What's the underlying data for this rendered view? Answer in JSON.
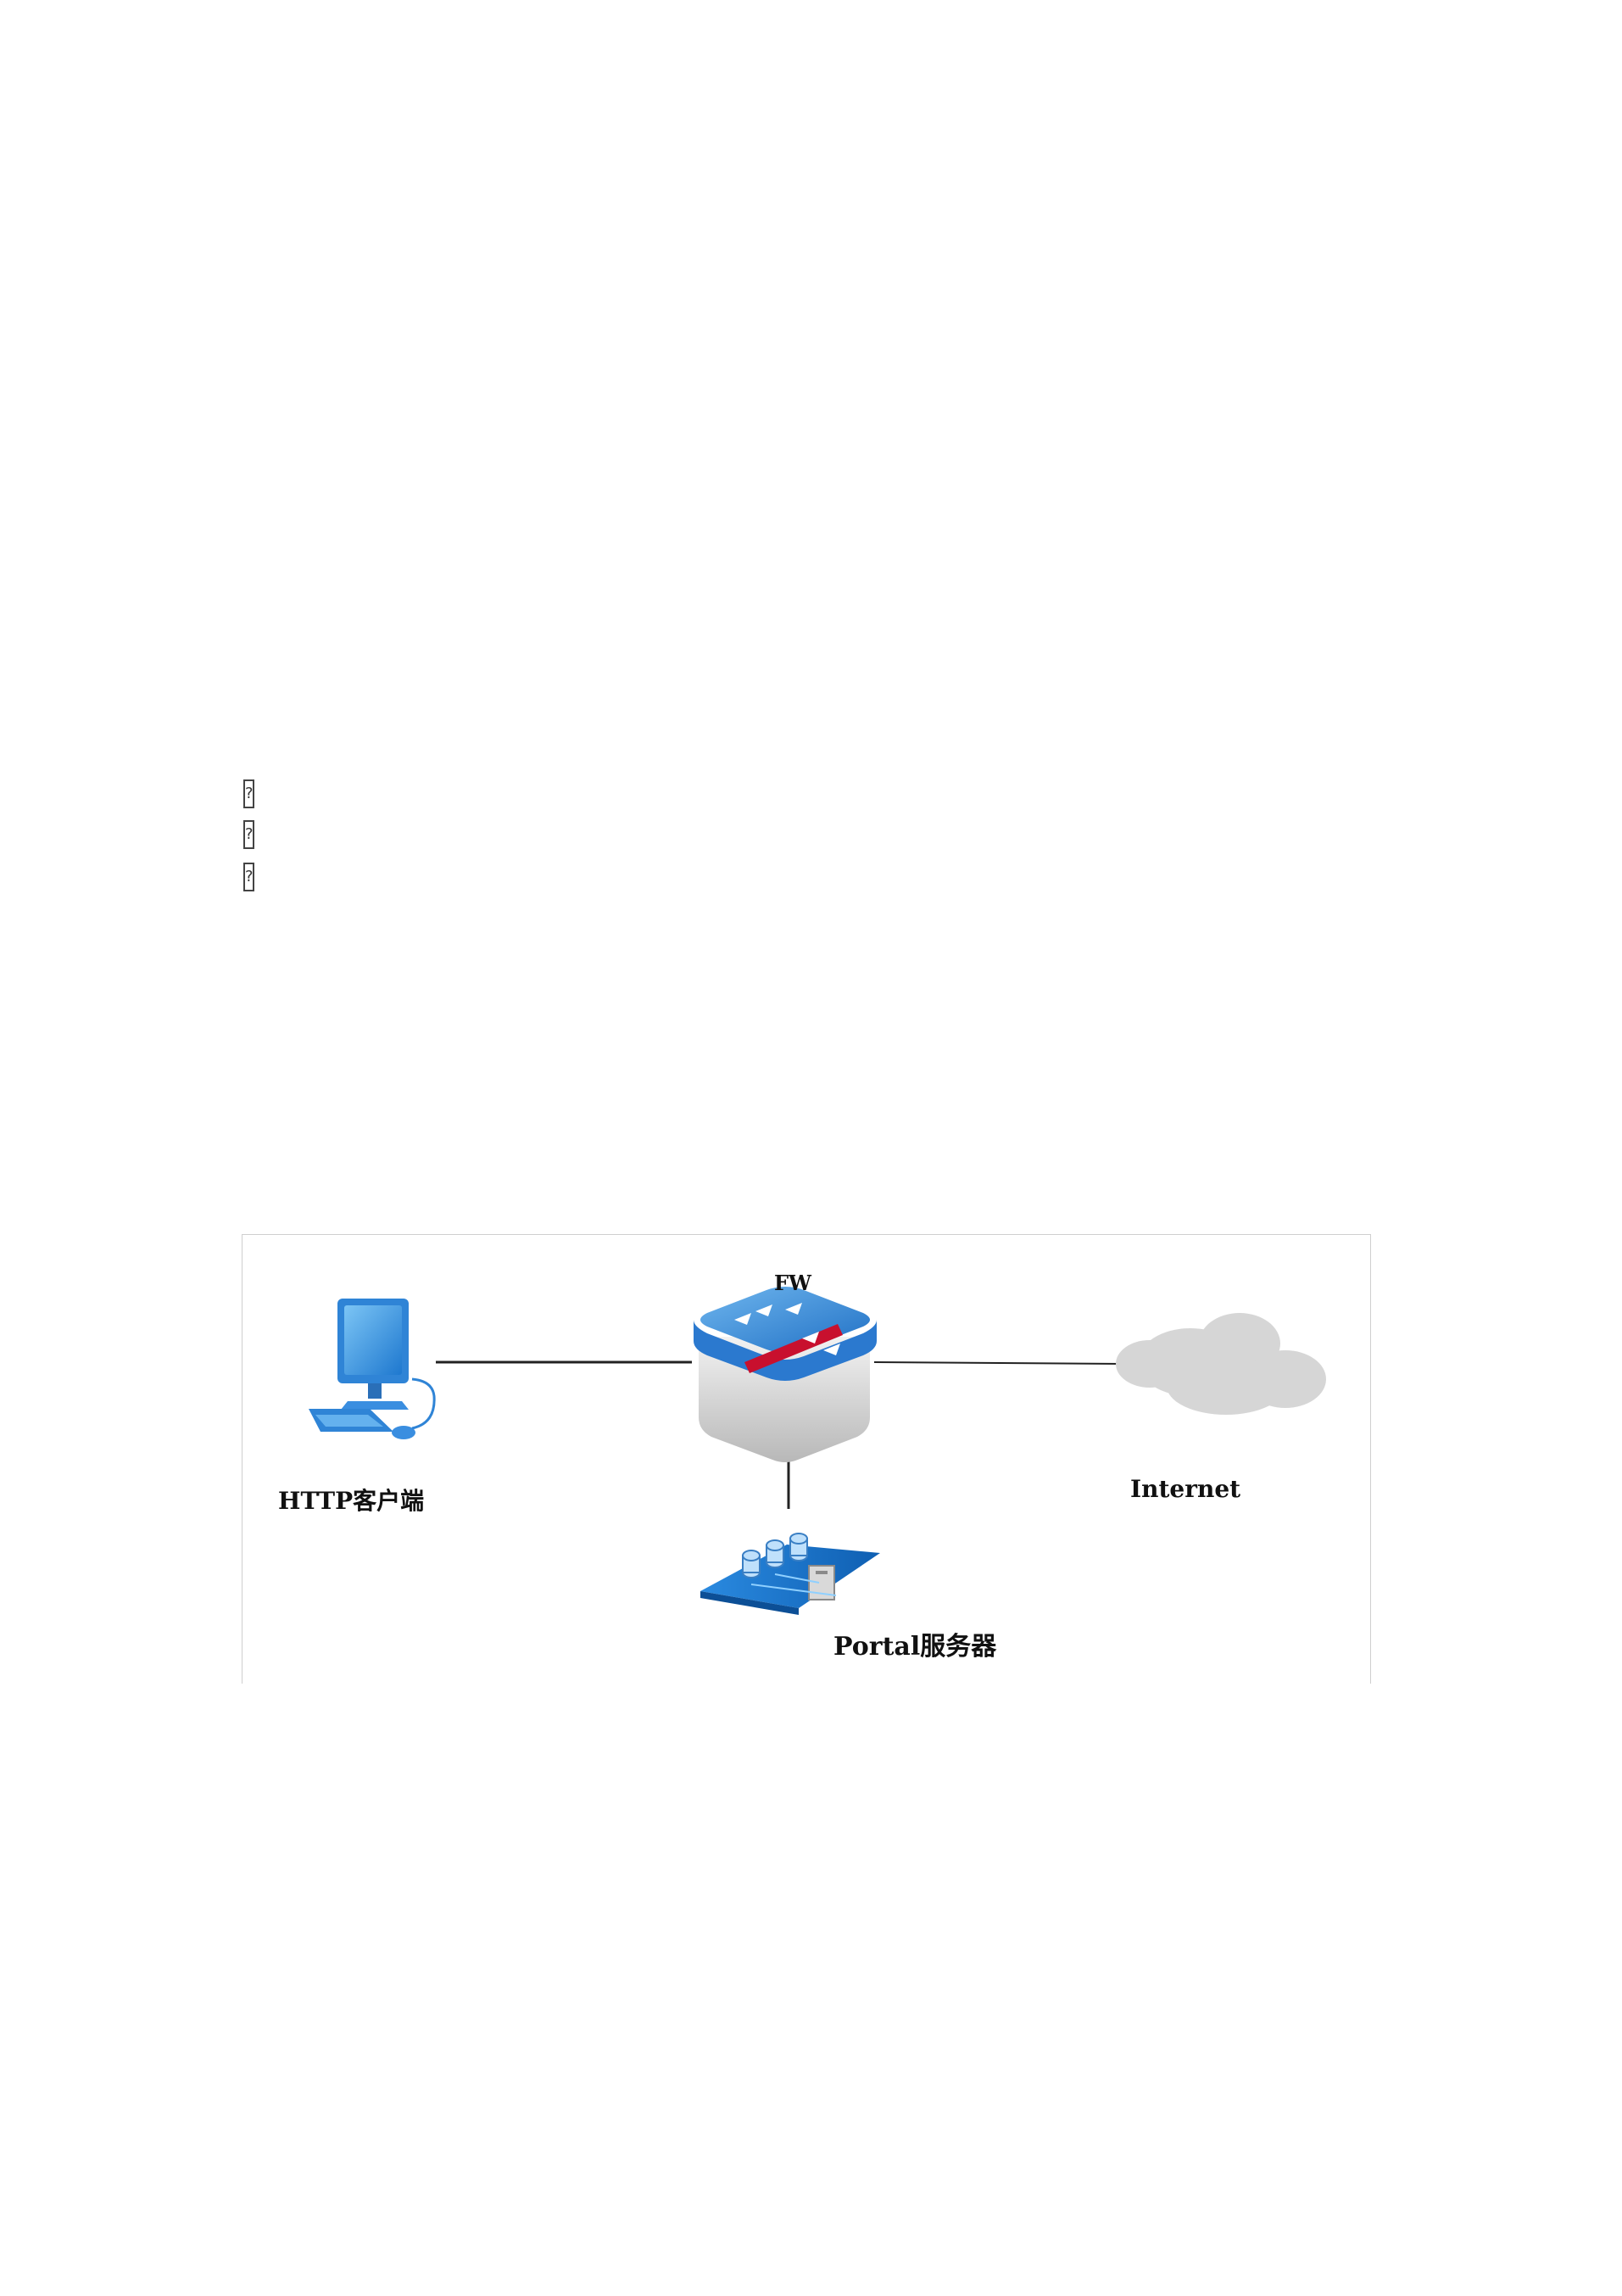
{
  "missing_glyphs": [
    "?",
    "?",
    "?"
  ],
  "diagram": {
    "nodes": {
      "fw": {
        "label": "FW",
        "icon": "firewall-icon"
      },
      "http_client": {
        "label": "HTTP客户端",
        "icon": "desktop-computer-icon"
      },
      "internet": {
        "label": "Internet",
        "icon": "cloud-icon"
      },
      "portal_server": {
        "label": "Portal服务器",
        "icon": "server-platform-icon"
      }
    },
    "edges": [
      {
        "from": "HTTP客户端",
        "to": "FW"
      },
      {
        "from": "FW",
        "to": "Internet"
      },
      {
        "from": "FW",
        "to": "Portal服务器"
      }
    ],
    "colors": {
      "firewall_band": "#c8102e",
      "device_blue": "#1f7fd1",
      "cloud_gray": "#d6d6d6",
      "link_line": "#222222"
    }
  }
}
